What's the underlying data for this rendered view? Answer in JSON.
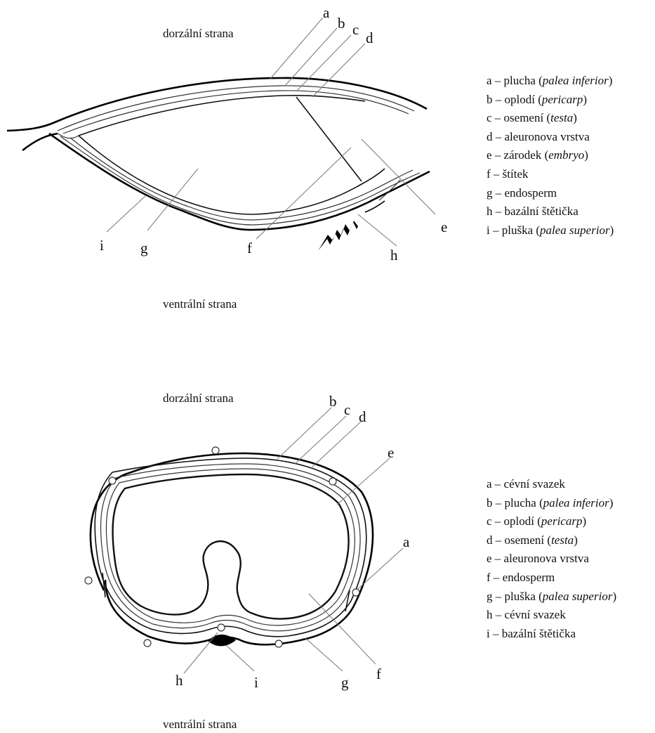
{
  "top": {
    "dorsal_label": "dorzální strana",
    "ventral_label": "ventrální strana",
    "labels": {
      "a": "a",
      "b": "b",
      "c": "c",
      "d": "d",
      "e": "e",
      "f": "f",
      "g": "g",
      "h": "h",
      "i": "i"
    },
    "legend": [
      {
        "letter": "a",
        "sep": " – ",
        "text": "plucha (",
        "italic": "palea inferior",
        "end": ")"
      },
      {
        "letter": "b",
        "sep": " – ",
        "text": "oplodí (",
        "italic": "pericarp",
        "end": ")"
      },
      {
        "letter": "c",
        "sep": " – ",
        "text": "osemení (",
        "italic": "testa",
        "end": ")"
      },
      {
        "letter": "d",
        "sep": " – ",
        "text": "aleuronova vrstva",
        "italic": "",
        "end": ""
      },
      {
        "letter": "e",
        "sep": " – ",
        "text": "zárodek (",
        "italic": "embryo",
        "end": ")"
      },
      {
        "letter": "f",
        "sep": " – ",
        "text": "štítek",
        "italic": "",
        "end": ""
      },
      {
        "letter": "g",
        "sep": " – ",
        "text": "endosperm",
        "italic": "",
        "end": ""
      },
      {
        "letter": "h",
        "sep": " – ",
        "text": "bazální štětička",
        "italic": "",
        "end": ""
      },
      {
        "letter": "i",
        "sep": " – ",
        "text": "pluška (",
        "italic": "palea superior",
        "end": ")"
      }
    ]
  },
  "bottom": {
    "dorsal_label": "dorzální strana",
    "ventral_label": "ventrální strana",
    "labels": {
      "a": "a",
      "b": "b",
      "c": "c",
      "d": "d",
      "e": "e",
      "f": "f",
      "g": "g",
      "h": "h",
      "i": "i"
    },
    "legend": [
      {
        "letter": "a",
        "sep": " – ",
        "text": "cévní svazek",
        "italic": "",
        "end": ""
      },
      {
        "letter": "b",
        "sep": " – ",
        "text": "plucha (",
        "italic": "palea inferior",
        "end": ")"
      },
      {
        "letter": "c",
        "sep": " – ",
        "text": "oplodí (",
        "italic": "pericarp",
        "end": ")"
      },
      {
        "letter": "d",
        "sep": " – ",
        "text": "osemení (",
        "italic": "testa",
        "end": ")"
      },
      {
        "letter": "e",
        "sep": " – ",
        "text": "aleuronova vrstva",
        "italic": "",
        "end": ""
      },
      {
        "letter": "f",
        "sep": " – ",
        "text": "endosperm",
        "italic": "",
        "end": ""
      },
      {
        "letter": "g",
        "sep": " – ",
        "text": "pluška (",
        "italic": "palea superior",
        "end": ")"
      },
      {
        "letter": "h",
        "sep": " – ",
        "text": "cévní svazek",
        "italic": "",
        "end": ""
      },
      {
        "letter": "i",
        "sep": " – ",
        "text": "bazální štětička",
        "italic": "",
        "end": ""
      }
    ]
  }
}
